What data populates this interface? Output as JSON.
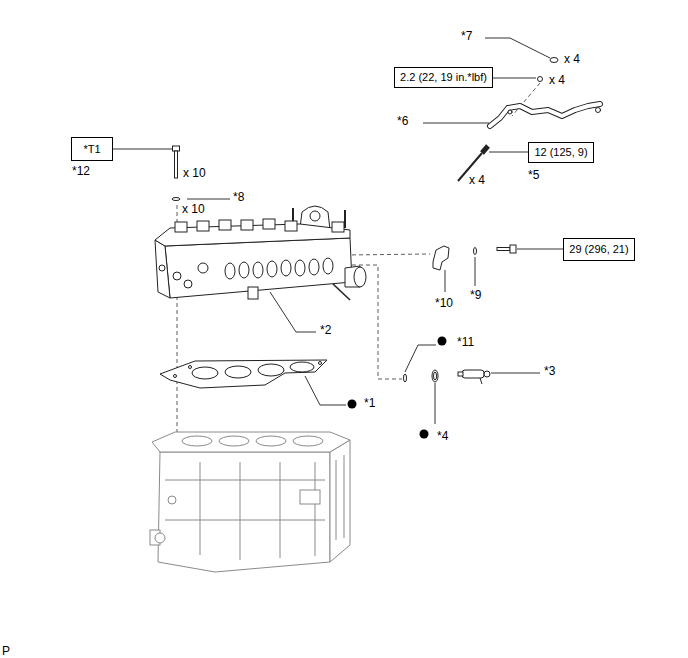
{
  "diagram": {
    "nodes": [
      {
        "text": [
          "2.2 (22, 19 in.*lbf)"
        ]
      },
      {
        "text": [
          "*T1"
        ]
      },
      {
        "text": [
          "12 (125, 9)"
        ]
      },
      {
        "text": [
          "29 (296, 21)"
        ]
      }
    ],
    "labels": [
      "*7",
      "x 4",
      "x 4",
      "*6",
      "*12",
      "x 10",
      "x 4",
      "*5",
      "*8",
      "x 10",
      "*10",
      "*9",
      "*2",
      "*11",
      "*3",
      "*1",
      "*4",
      "P"
    ]
  }
}
